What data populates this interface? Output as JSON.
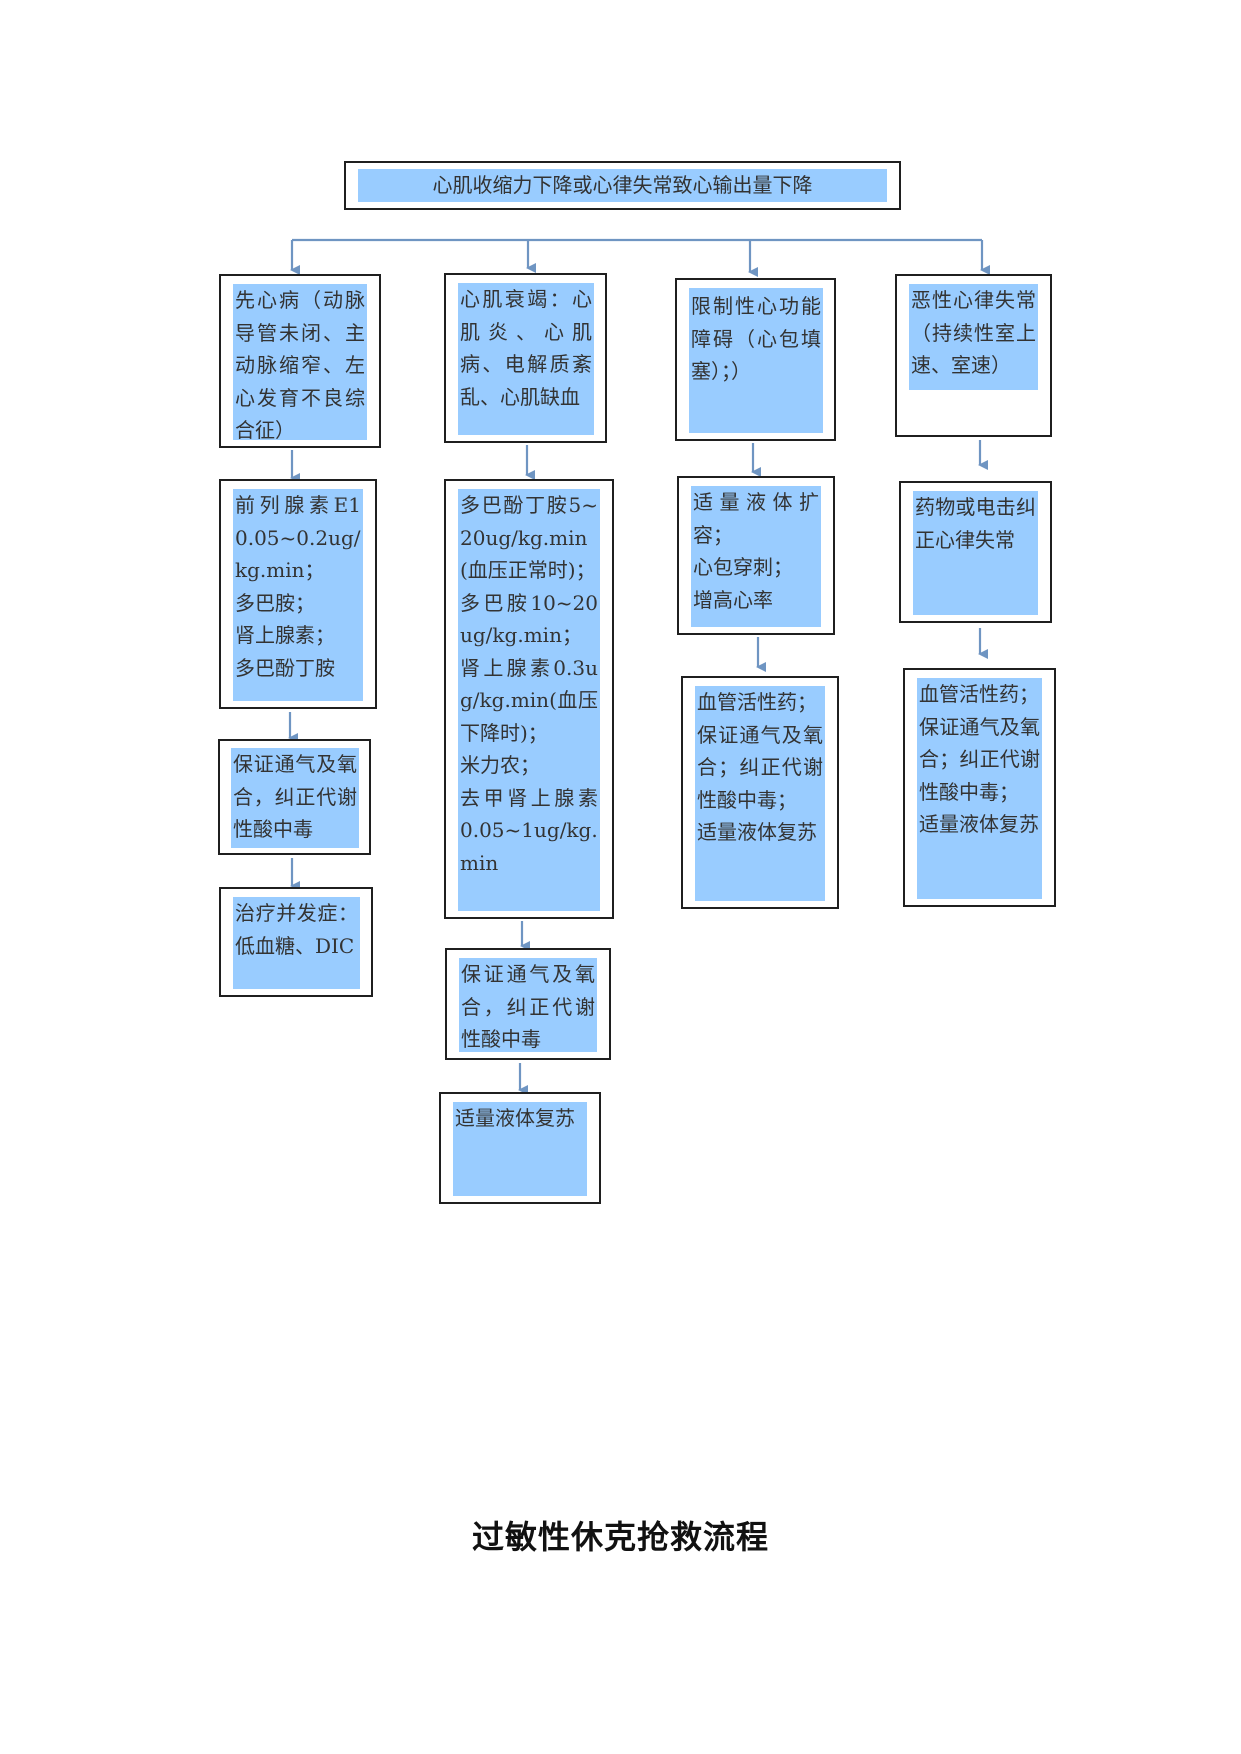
{
  "diagram": {
    "root": "心肌收缩力下降或心律失常致心输出量下降",
    "branch1": {
      "cause": "先心病（动脉导管未闭、主动脉缩窄、左心发育不良综合征）",
      "drugs": "前列腺素E10.05~0.2ug/kg.min；\n多巴胺；\n肾上腺素；\n多巴酚丁胺",
      "support": "保证通气及氧合，纠正代谢性酸中毒",
      "complications": "治疗并发症：低血糖、DIC"
    },
    "branch2": {
      "cause": "心肌衰竭：心肌炎、心肌病、电解质紊乱、心肌缺血",
      "drugs": "多巴酚丁胺5~20ug/kg.min(血压正常时)；\n多巴胺10~20ug/kg.min；\n肾上腺素0.3ug/kg.min(血压下降时)；\n米力农；\n去甲肾上腺素0.05~1ug/kg.min",
      "support": "保证通气及氧合，纠正代谢性酸中毒",
      "fluid": "适量液体复苏"
    },
    "branch3": {
      "cause": "限制性心功能障碍（心包填塞）；）",
      "treatment": "适量液体扩容；\n心包穿刺；\n增高心率",
      "drugs": "血管活性药；\n保证通气及氧合；纠正代谢性酸中毒；\n适量液体复苏"
    },
    "branch4": {
      "cause": "恶性心律失常（持续性室上速、室速）",
      "treatment": "药物或电击纠正心律失常",
      "drugs": "血管活性药；\n保证通气及氧合；纠正代谢性酸中毒；\n适量液体复苏"
    }
  },
  "page_title": "过敏性休克抢救流程",
  "colors": {
    "fill": "#99ccff",
    "arrow": "#6f95c2",
    "border": "#1f1f1f"
  }
}
